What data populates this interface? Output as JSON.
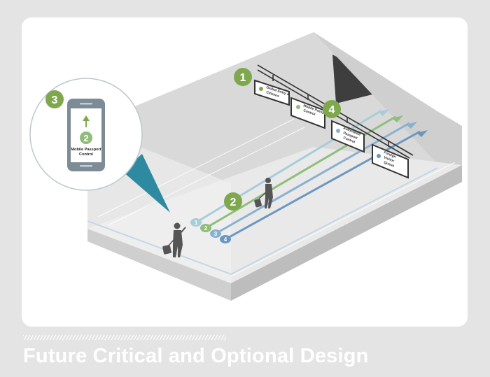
{
  "caption": "Future Critical and Optional Design",
  "phone": {
    "badge": "3",
    "step_badge": "2",
    "label_line1": "Mobile Passport",
    "label_line2": "Control"
  },
  "floor_badge": "2",
  "markers": {
    "signs_badge": "1",
    "mpc_sign_badge": "4"
  },
  "signs": [
    {
      "line1": "Global Entry &",
      "line2": "Citizens"
    },
    {
      "line1": "Mobile Passport",
      "line2": "Control"
    },
    {
      "line1": "Automated",
      "line2": "Passport",
      "line3": "Control"
    },
    {
      "line1": "Foreign",
      "line2": "Visitor",
      "line3": "Queue"
    }
  ],
  "lanes": [
    {
      "number": "1",
      "color": "#a8ccd8"
    },
    {
      "number": "2",
      "color": "#90bd7a"
    },
    {
      "number": "3",
      "color": "#8ab0cf"
    },
    {
      "number": "4",
      "color": "#6b97bf"
    }
  ],
  "colors": {
    "badge_green": "#7fa84e",
    "callout_teal": "#2e8aa0",
    "phone_gray": "#7d8b96"
  }
}
